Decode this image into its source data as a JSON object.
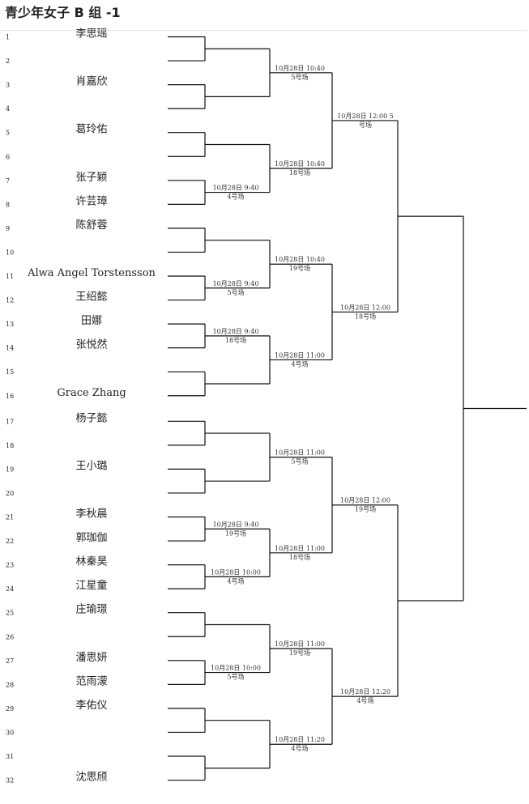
{
  "title": "青少年女子 B 组 -1",
  "entries": [
    {
      "seed": "1",
      "name": "李思瑶"
    },
    {
      "seed": "2",
      "name": ""
    },
    {
      "seed": "3",
      "name": "肖嘉欣"
    },
    {
      "seed": "4",
      "name": ""
    },
    {
      "seed": "5",
      "name": "葛玲佑"
    },
    {
      "seed": "6",
      "name": ""
    },
    {
      "seed": "7",
      "name": "张子颖"
    },
    {
      "seed": "8",
      "name": "许芸璋"
    },
    {
      "seed": "9",
      "name": "陈舒蓉"
    },
    {
      "seed": "10",
      "name": ""
    },
    {
      "seed": "11",
      "name": "Alwa Angel Torstensson"
    },
    {
      "seed": "12",
      "name": "王绍懿"
    },
    {
      "seed": "13",
      "name": "田娜"
    },
    {
      "seed": "14",
      "name": "张悦然"
    },
    {
      "seed": "15",
      "name": ""
    },
    {
      "seed": "16",
      "name": "Grace Zhang"
    },
    {
      "seed": "17",
      "name": "杨子懿"
    },
    {
      "seed": "18",
      "name": ""
    },
    {
      "seed": "19",
      "name": "王小璐"
    },
    {
      "seed": "20",
      "name": ""
    },
    {
      "seed": "21",
      "name": "李秋晨"
    },
    {
      "seed": "22",
      "name": "郭珈伽"
    },
    {
      "seed": "23",
      "name": "林秦昊"
    },
    {
      "seed": "24",
      "name": "江星童"
    },
    {
      "seed": "25",
      "name": "庄瑜璟"
    },
    {
      "seed": "26",
      "name": ""
    },
    {
      "seed": "27",
      "name": "潘思妍"
    },
    {
      "seed": "28",
      "name": "范雨濛"
    },
    {
      "seed": "29",
      "name": "李佑仪"
    },
    {
      "seed": "30",
      "name": ""
    },
    {
      "seed": "31",
      "name": ""
    },
    {
      "seed": "32",
      "name": "沈思颀"
    }
  ],
  "round1": [
    {
      "time": "",
      "court": ""
    },
    {
      "time": "",
      "court": ""
    },
    {
      "time": "",
      "court": ""
    },
    {
      "time": "10月28日 9:40",
      "court": "4号场"
    },
    {
      "time": "",
      "court": ""
    },
    {
      "time": "10月28日 9:40",
      "court": "5号场"
    },
    {
      "time": "10月28日 9:40",
      "court": "18号场"
    },
    {
      "time": "",
      "court": ""
    },
    {
      "time": "",
      "court": ""
    },
    {
      "time": "",
      "court": ""
    },
    {
      "time": "10月28日 9:40",
      "court": "19号场"
    },
    {
      "time": "10月28日 10:00",
      "court": "4号场"
    },
    {
      "time": "",
      "court": ""
    },
    {
      "time": "10月28日 10:00",
      "court": "5号场"
    },
    {
      "time": "",
      "court": ""
    },
    {
      "time": "",
      "court": ""
    }
  ],
  "round2": [
    {
      "time": "10月28日 10:40",
      "court": "5号场"
    },
    {
      "time": "10月28日 10:40",
      "court": "18号场"
    },
    {
      "time": "10月28日 10:40",
      "court": "19号场"
    },
    {
      "time": "10月28日 11:00",
      "court": "4号场"
    },
    {
      "time": "10月28日 11:00",
      "court": "5号场"
    },
    {
      "time": "10月28日 11:00",
      "court": "18号场"
    },
    {
      "time": "10月28日 11:00",
      "court": "19号场"
    },
    {
      "time": "10月28日 11:20",
      "court": "4号场"
    }
  ],
  "round3": [
    {
      "time": "10月28日 12:00 5",
      "court": "号场"
    },
    {
      "time": "10月28日 12:00",
      "court": "18号场"
    },
    {
      "time": "10月28日 12:00",
      "court": "19号场"
    },
    {
      "time": "10月28日 12:20",
      "court": "4号场"
    }
  ]
}
